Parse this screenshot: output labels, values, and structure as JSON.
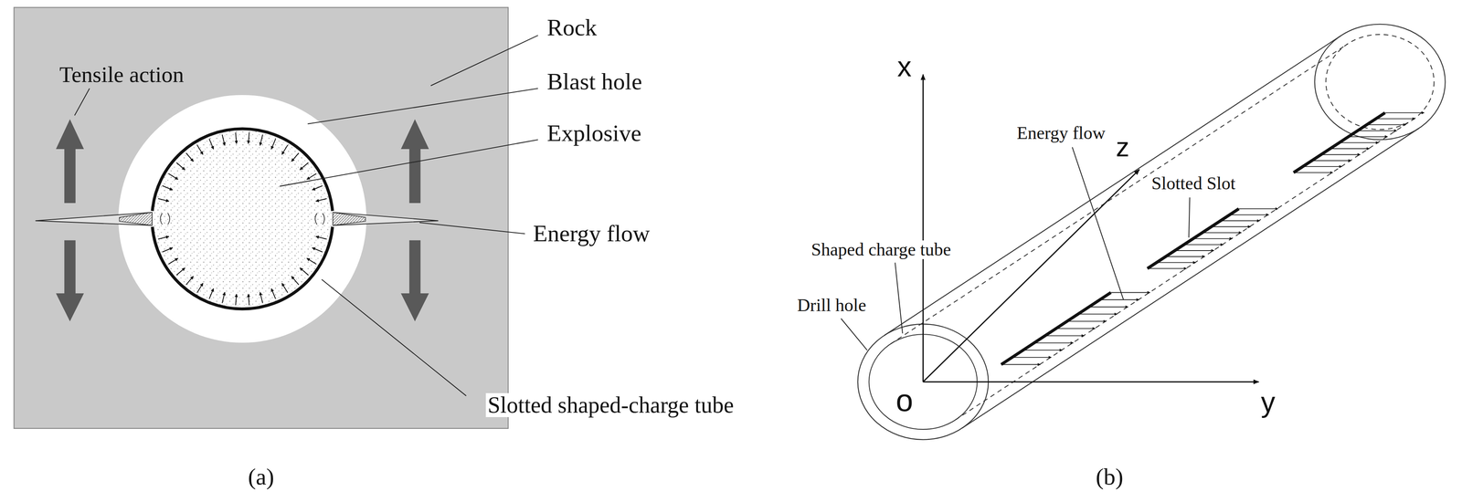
{
  "diagram": {
    "labels": [
      "Tensile action",
      "Rock",
      "Blast hole",
      "Explosive",
      "Energy flow",
      "Slotted shaped-charge tube",
      "(a)",
      "x",
      "Slotted Slot",
      "Energy flow",
      "z",
      "Shaped charge tube",
      "Drill hole",
      "o",
      "y",
      "(b)"
    ]
  }
}
